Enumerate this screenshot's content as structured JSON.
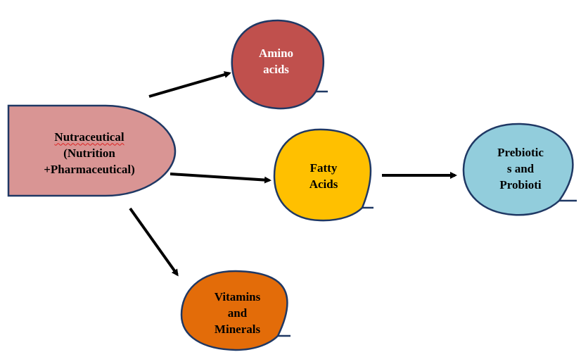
{
  "diagram": {
    "root": {
      "lines": [
        "Nutraceutical",
        "(Nutrition",
        "+Pharmaceutical)"
      ],
      "fill": "#d99594",
      "spellcheck_underline": "#dd2222"
    },
    "nodes": [
      {
        "id": "amino",
        "lines": [
          "Amino",
          "acids"
        ],
        "fill": "#c0504d",
        "text_color": "#ffffff"
      },
      {
        "id": "fatty",
        "lines": [
          "Fatty",
          "Acids"
        ],
        "fill": "#ffc000",
        "text_color": "#000000"
      },
      {
        "id": "prebiotics",
        "lines": [
          "Prebiotic",
          "s and",
          "Probioti"
        ],
        "fill": "#92cddc",
        "text_color": "#000000"
      },
      {
        "id": "vitamins",
        "lines": [
          "Vitamins",
          "and",
          "Minerals"
        ],
        "fill": "#e36c09",
        "text_color": "#000000"
      }
    ],
    "edges": [
      {
        "from": "root",
        "to": "amino"
      },
      {
        "from": "root",
        "to": "fatty"
      },
      {
        "from": "fatty",
        "to": "prebiotics"
      },
      {
        "from": "root",
        "to": "vitamins"
      }
    ],
    "colors": {
      "outline": "#1f3864",
      "arrow": "#000000"
    }
  }
}
